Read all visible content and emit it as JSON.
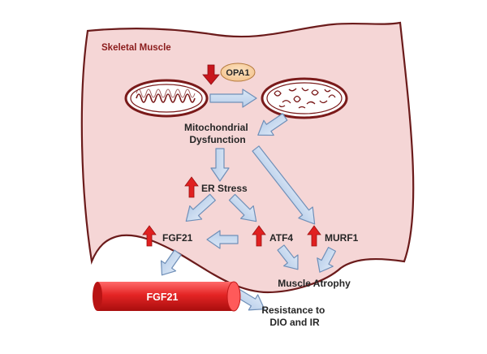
{
  "tissue_label": "Skeletal Muscle",
  "protein_label": "OPA1",
  "mito_dysfunction": [
    "Mitochondrial",
    "Dysfunction"
  ],
  "er_stress": "ER Stress",
  "fgf21_tissue": "FGF21",
  "atf4": "ATF4",
  "murf1": "MURF1",
  "muscle_atrophy": "Muscle Atrophy",
  "fgf21_vessel": "FGF21",
  "resistance": [
    "Resistance to",
    "DIO and IR"
  ],
  "colors": {
    "tissue_fill": "#f5d6d6",
    "tissue_stroke": "#6b1b1b",
    "tissue_title": "#8b1c1c",
    "arrow_fill": "#c9daf0",
    "arrow_stroke": "#6f8fb8",
    "up_arrow": "#e02020",
    "down_arrow": "#c8161d",
    "vessel": "#e52b2b",
    "opa1_fill": "#f6cf9e"
  }
}
